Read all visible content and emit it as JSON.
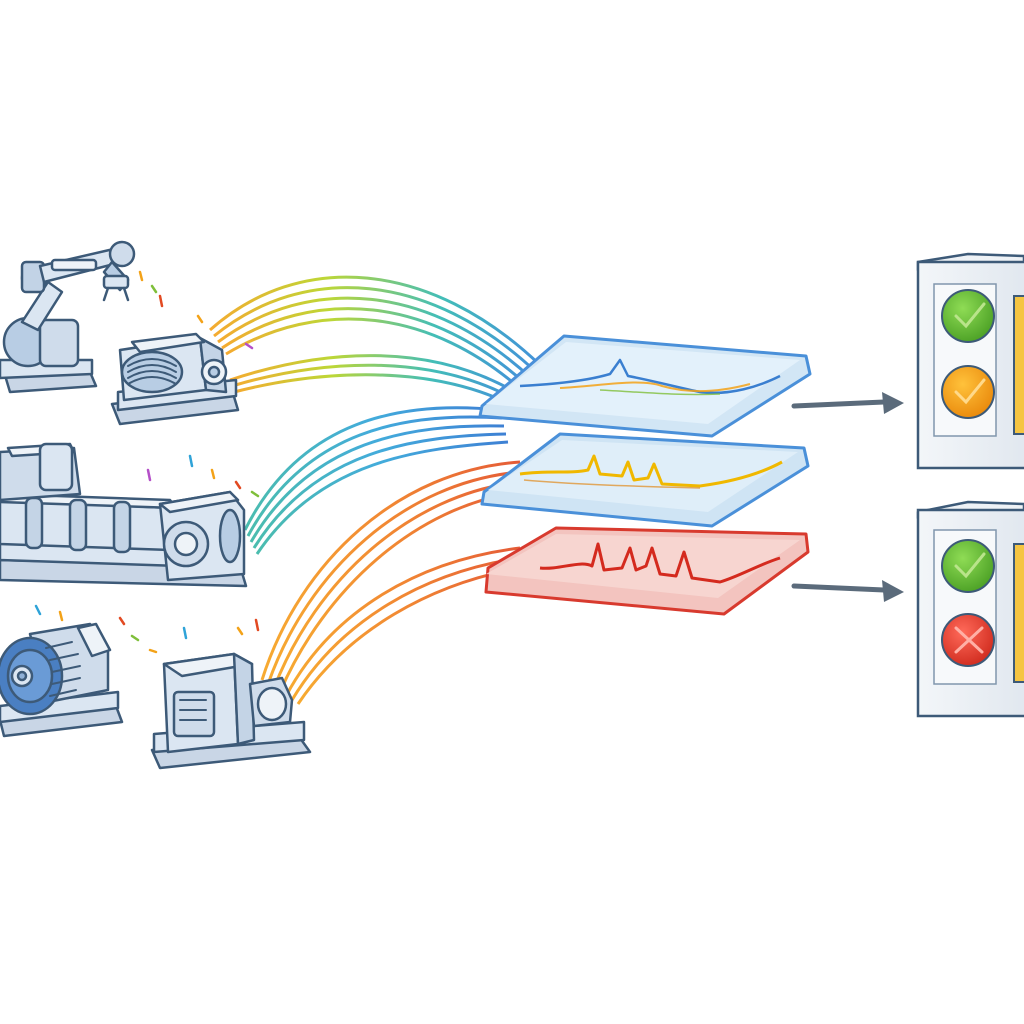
{
  "diagram": {
    "machines": [
      {
        "id": "robot-arm",
        "icon": "robot-arm-icon"
      },
      {
        "id": "gearbox",
        "icon": "gearbox-icon"
      },
      {
        "id": "conveyor-line",
        "icon": "conveyor-icon"
      },
      {
        "id": "electric-motor",
        "icon": "motor-icon"
      },
      {
        "id": "pump-unit",
        "icon": "pump-icon"
      }
    ],
    "signal_layers": [
      {
        "id": "layer-normal",
        "border": "#4a90d9",
        "fill": "#d8ecf9",
        "trace": "#3a7fd0",
        "state": "normal"
      },
      {
        "id": "layer-warning",
        "border": "#4a90d9",
        "fill": "#dcebf7",
        "trace": "#f0b800",
        "state": "warning"
      },
      {
        "id": "layer-fault",
        "border": "#d83a2e",
        "fill": "#f8d6d2",
        "trace": "#d42a1e",
        "state": "fault"
      }
    ],
    "status_panels": [
      {
        "id": "panel-top",
        "indicators": [
          {
            "state": "ok",
            "color": "#5cb531",
            "icon": "check-icon"
          },
          {
            "state": "warn",
            "color": "#f39a12",
            "icon": "check-icon"
          }
        ]
      },
      {
        "id": "panel-bottom",
        "indicators": [
          {
            "state": "ok",
            "color": "#5cb531",
            "icon": "check-icon"
          },
          {
            "state": "fail",
            "color": "#e23a2c",
            "icon": "cross-icon"
          }
        ]
      }
    ],
    "colors": {
      "machine_fill": "#dbe6f2",
      "machine_stroke": "#3d5a78",
      "arrow": "#5b6b7b"
    }
  }
}
